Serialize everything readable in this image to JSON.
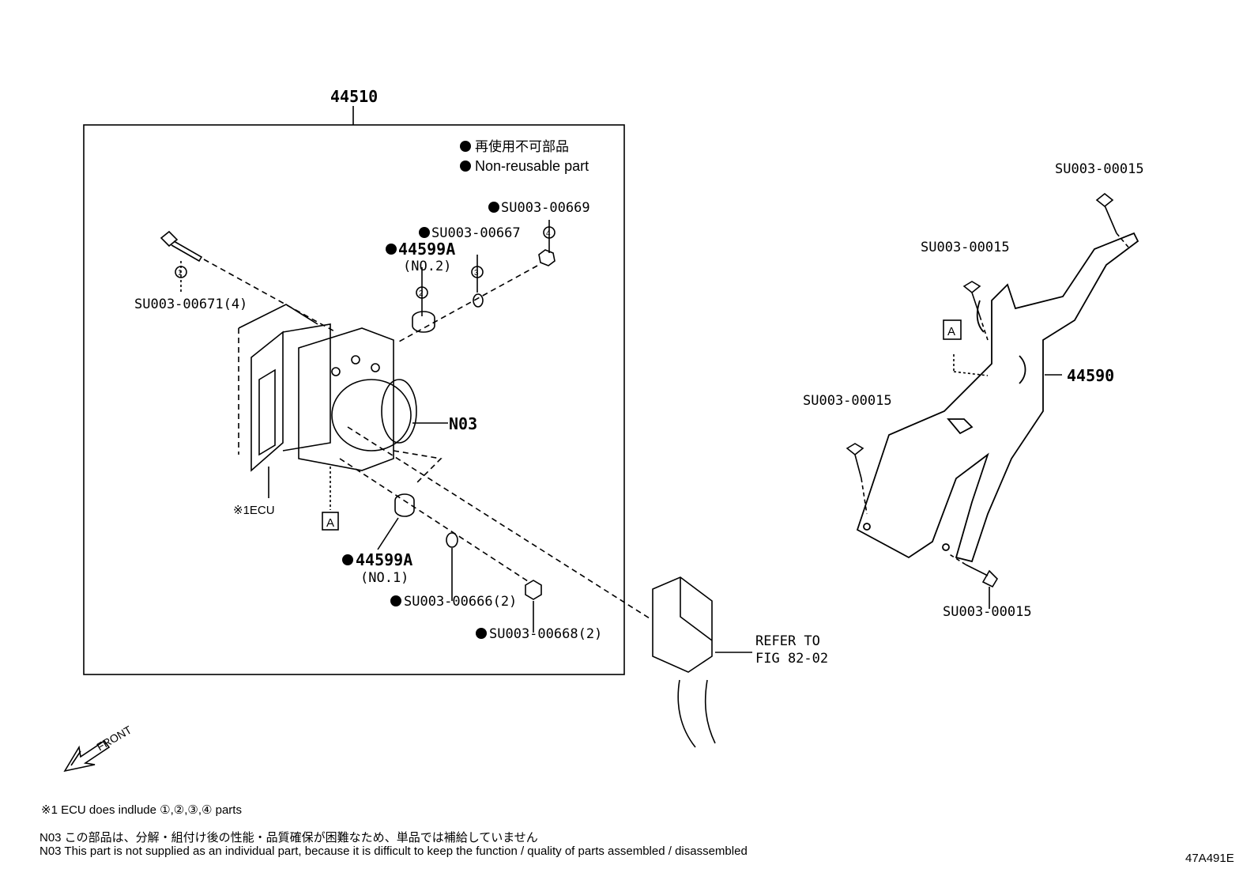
{
  "assembly_label": "44510",
  "legend": {
    "jp": "再使用不可部品",
    "en": "Non-reusable part"
  },
  "parts": {
    "bolt_1": "SU003-00671(4)",
    "grommet_upper": "44599A",
    "grommet_upper_sub": "(NO.2)",
    "washer_upper": "SU003-00667",
    "nut_upper": "SU003-00669",
    "n03": "N03",
    "ecu": "※1ECU",
    "grommet_lower": "44599A",
    "grommet_lower_sub": "(NO.1)",
    "washer_lower": "SU003-00666(2)",
    "nut_lower": "SU003-00668(2)",
    "ref_a": "A",
    "ref_a2": "A",
    "bracket": "44590",
    "bolt_top": "SU003-00015",
    "bolt_mid": "SU003-00015",
    "bolt_left": "SU003-00015",
    "bolt_bottom": "SU003-00015",
    "refer_1": "REFER TO",
    "refer_2": "FIG 82-02",
    "front": "FRONT",
    "circ_1": "1",
    "circ_2": "2",
    "circ_3": "3",
    "circ_4": "4"
  },
  "notes": {
    "ecu_note": "※1 ECU does indlude ①,②,③,④ parts",
    "n03_jp": "N03  この部品は、分解・組付け後の性能・品質確保が困難なため、単品では補給していません",
    "n03_en": "N03  This part is not supplied as an individual part, because it is difficult to keep the function / quality of parts  assembled / disassembled"
  },
  "figure_id": "47A491E"
}
